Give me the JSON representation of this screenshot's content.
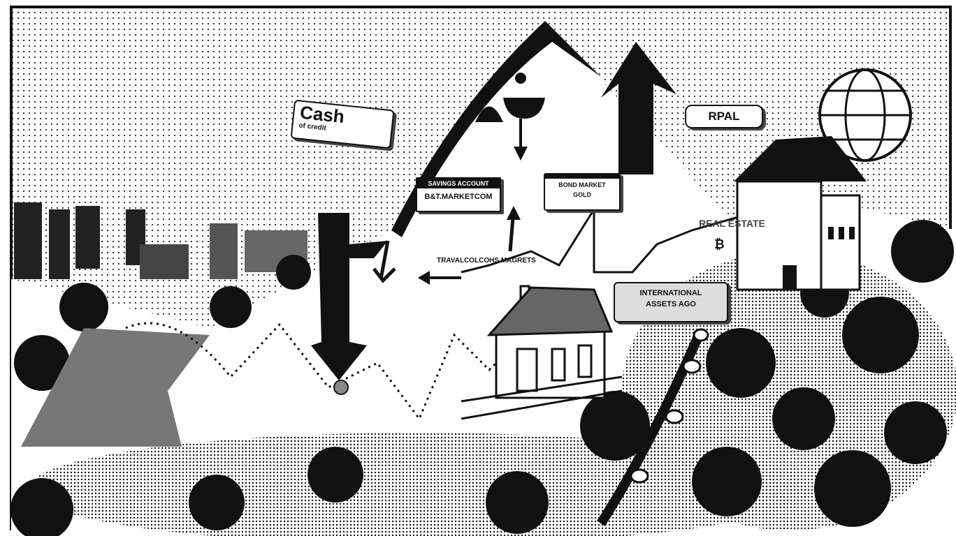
{
  "signs": {
    "cash": "Cash",
    "cash_sub": "of credit",
    "rpal": "RPAL",
    "left_board_top": "SAVINGS ACCOUNT",
    "left_board_bottom": "B&T.MARKETCOM",
    "center_board": "BOND MARKET",
    "center_board_sub": "GOLD",
    "bottom_board": "INTERNATIONAL",
    "bottom_board_sub": "ASSETS AGO",
    "markets_caption": "TRAVALCOLCOHS MAGRETS",
    "right_label": "REAL ESTATE",
    "right_symbol": "₿"
  },
  "colors": {
    "ink": "#111111",
    "paper": "#ffffff",
    "tone": "#888888"
  }
}
